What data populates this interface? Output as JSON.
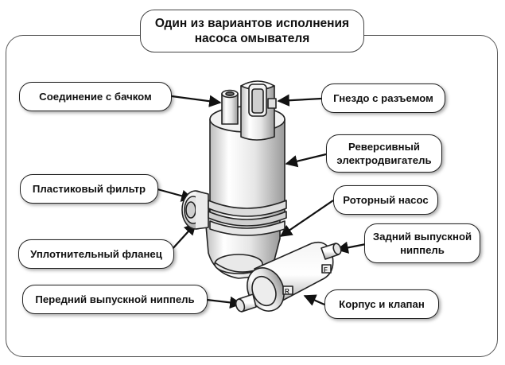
{
  "title": {
    "line1": "Один из вариантов исполнения",
    "line2": "насоса омывателя"
  },
  "labels": {
    "tank_connection": "Соединение с бачком",
    "connector_socket": "Гнездо с разъемом",
    "reversible_motor_l1": "Реверсивный",
    "reversible_motor_l2": "электродвигатель",
    "plastic_filter": "Пластиковый фильтр",
    "rotary_pump": "Роторный насос",
    "rear_nipple_l1": "Задний выпускной",
    "rear_nipple_l2": "ниппель",
    "sealing_flange": "Уплотнительный фланец",
    "front_nipple": "Передний выпускной ниппель",
    "housing_valve": "Корпус и клапан"
  },
  "markings": {
    "r": "R",
    "f": "F"
  },
  "icons": [
    "washer-pump-drawing"
  ],
  "colors": {
    "outline": "#222222",
    "fill": "#ffffff",
    "shade": "#d9d9d9"
  }
}
